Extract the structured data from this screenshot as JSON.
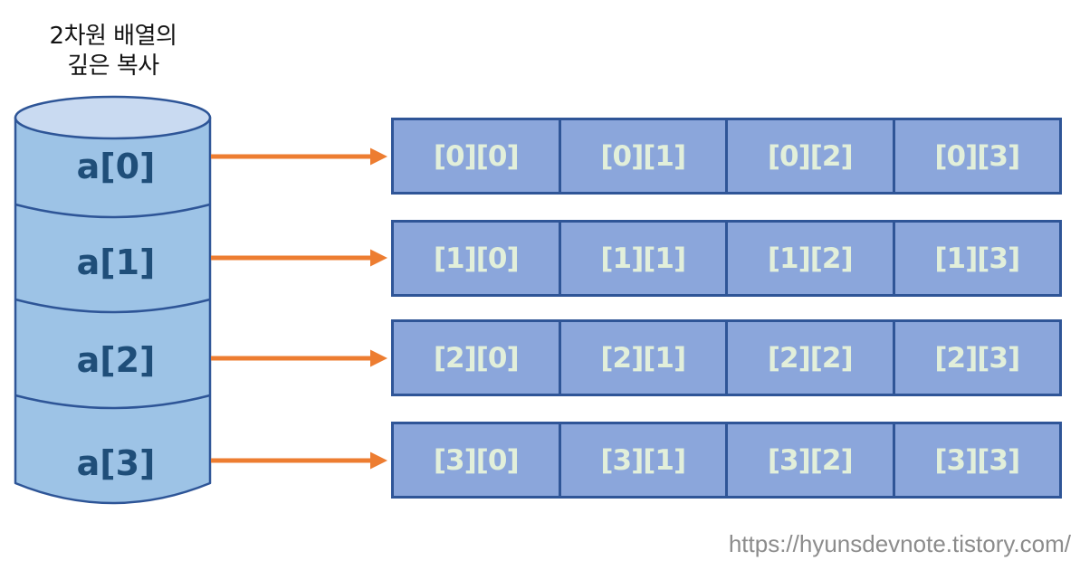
{
  "title": {
    "text": "2차원 배열의 깊은 복사",
    "line1": "2차원 배열의",
    "line2": "깊은 복사"
  },
  "cylinder": {
    "segments": [
      {
        "label": "a[0]"
      },
      {
        "label": "a[1]"
      },
      {
        "label": "a[2]"
      },
      {
        "label": "a[3]"
      }
    ]
  },
  "grid": {
    "rows": [
      {
        "cells": [
          "[0][0]",
          "[0][1]",
          "[0][2]",
          "[0][3]"
        ]
      },
      {
        "cells": [
          "[1][0]",
          "[1][1]",
          "[1][2]",
          "[1][3]"
        ]
      },
      {
        "cells": [
          "[2][0]",
          "[2][1]",
          "[2][2]",
          "[2][3]"
        ]
      },
      {
        "cells": [
          "[3][0]",
          "[3][1]",
          "[3][2]",
          "[3][3]"
        ]
      }
    ]
  },
  "footer": {
    "url": "https://hyunsdevnote.tistory.com/"
  },
  "colors": {
    "arrow": "#ED7D31",
    "cell_fill": "#8BA6DB",
    "cell_border": "#2F5597",
    "cell_text": "#E2EFDA",
    "cylinder_fill": "#9DC3E6",
    "cylinder_top_fill": "#C9DAF1",
    "cylinder_stroke": "#2E5597",
    "cylinder_label": "#1F4E79",
    "url_text": "#8C8C8C"
  }
}
